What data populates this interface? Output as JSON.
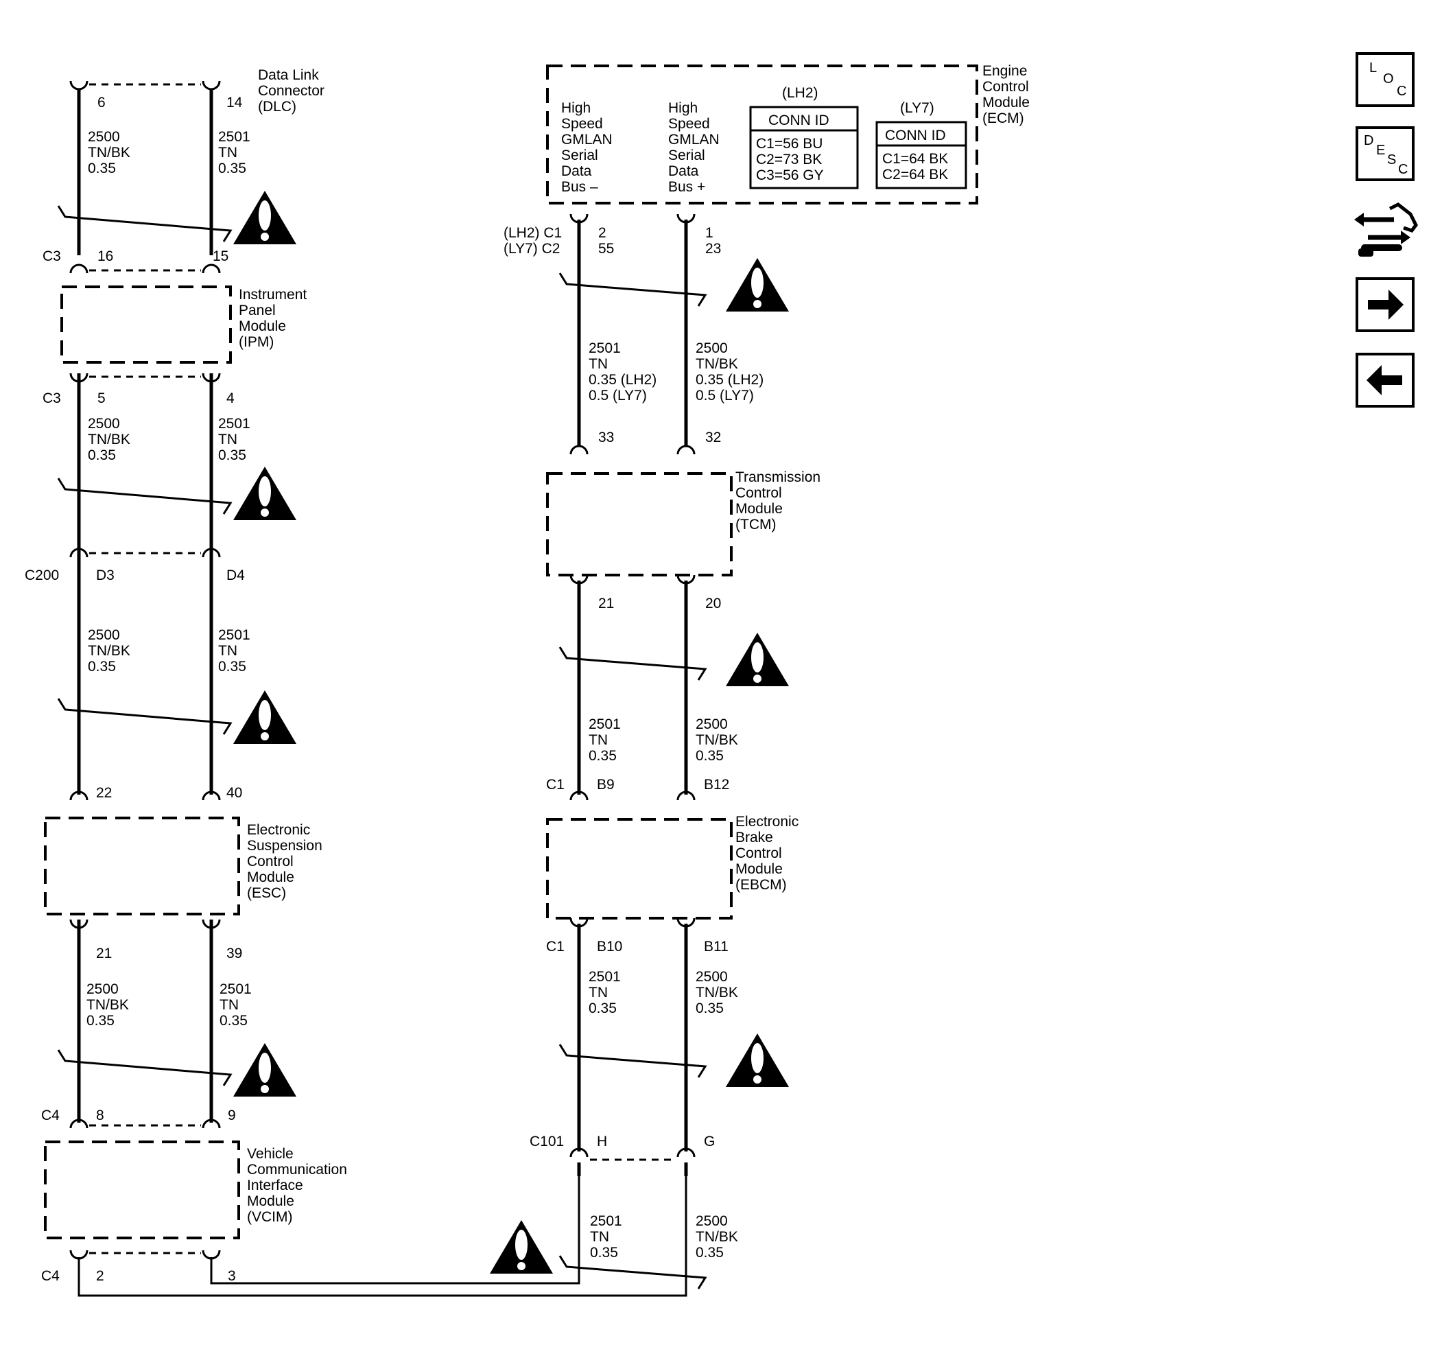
{
  "modules": {
    "dlc": [
      "Data Link",
      "Connector",
      "(DLC)"
    ],
    "ipm": [
      "Instrument",
      "Panel",
      "Module",
      "(IPM)"
    ],
    "esc": [
      "Electronic",
      "Suspension",
      "Control",
      "Module",
      "(ESC)"
    ],
    "vcim": [
      "Vehicle",
      "Communication",
      "Interface",
      "Module",
      "(VCIM)"
    ],
    "ecm": [
      "Engine",
      "Control",
      "Module",
      "(ECM)"
    ],
    "tcm": [
      "Transmission",
      "Control",
      "Module",
      "(TCM)"
    ],
    "ebcm": [
      "Electronic",
      "Brake",
      "Control",
      "Module",
      "(EBCM)"
    ]
  },
  "ecm_inner": {
    "bus_minus": [
      "High",
      "Speed",
      "GMLAN",
      "Serial",
      "Data",
      "Bus –"
    ],
    "bus_plus": [
      "High",
      "Speed",
      "GMLAN",
      "Serial",
      "Data",
      "Bus +"
    ],
    "lh2_title": "(LH2)",
    "lh2_header": "CONN ID",
    "lh2_rows": [
      "C1=56 BU",
      "C2=73 BK",
      "C3=56 GY"
    ],
    "ly7_title": "(LY7)",
    "ly7_header": "CONN ID",
    "ly7_rows": [
      "C1=64 BK",
      "C2=64 BK"
    ]
  },
  "connectors": {
    "c3": "C3",
    "c200": "C200",
    "c4": "C4",
    "c1": "C1",
    "c101": "C101",
    "ecm_conn": [
      "(LH2) C1",
      "(LY7) C2"
    ]
  },
  "pins": {
    "dlc_a": "6",
    "dlc_b": "14",
    "ipm_top_a": "16",
    "ipm_top_b": "15",
    "ipm_bot_a": "5",
    "ipm_bot_b": "4",
    "c200_a": "D3",
    "c200_b": "D4",
    "esc_top_a": "22",
    "esc_top_b": "40",
    "esc_bot_a": "21",
    "esc_bot_b": "39",
    "vcim_top_a": "8",
    "vcim_top_b": "9",
    "vcim_bot_a": "2",
    "vcim_bot_b": "3",
    "ecm_a": [
      "2",
      "55"
    ],
    "ecm_b": [
      "1",
      "23"
    ],
    "tcm_top_a": "33",
    "tcm_top_b": "32",
    "tcm_bot_a": "21",
    "tcm_bot_b": "20",
    "ebcm_top_a": "B9",
    "ebcm_top_b": "B12",
    "ebcm_bot_a": "B10",
    "ebcm_bot_b": "B11",
    "c101_a": "H",
    "c101_b": "G"
  },
  "wires": {
    "w1a": [
      "2500",
      "TN/BK",
      "0.35"
    ],
    "w1b": [
      "2501",
      "TN",
      "0.35"
    ],
    "w2a": [
      "2500",
      "TN/BK",
      "0.35"
    ],
    "w2b": [
      "2501",
      "TN",
      "0.35"
    ],
    "w3a": [
      "2500",
      "TN/BK",
      "0.35"
    ],
    "w3b": [
      "2501",
      "TN",
      "0.35"
    ],
    "w4a": [
      "2500",
      "TN/BK",
      "0.35"
    ],
    "w4b": [
      "2501",
      "TN",
      "0.35"
    ],
    "r1a": [
      "2501",
      "TN",
      "0.35 (LH2)",
      "0.5 (LY7)"
    ],
    "r1b": [
      "2500",
      "TN/BK",
      "0.35 (LH2)",
      "0.5 (LY7)"
    ],
    "r2a": [
      "2501",
      "TN",
      "0.35"
    ],
    "r2b": [
      "2500",
      "TN/BK",
      "0.35"
    ],
    "r3a": [
      "2501",
      "TN",
      "0.35"
    ],
    "r3b": [
      "2500",
      "TN/BK",
      "0.35"
    ],
    "r4a": [
      "2501",
      "TN",
      "0.35"
    ],
    "r4b": [
      "2500",
      "TN/BK",
      "0.35"
    ]
  },
  "nav": {
    "loc": [
      "L",
      "O",
      "C"
    ],
    "desc": [
      "D",
      "E",
      "S",
      "C"
    ],
    "icons": [
      "connector-end-view-icon",
      "next-arrow-icon",
      "previous-arrow-icon"
    ]
  }
}
